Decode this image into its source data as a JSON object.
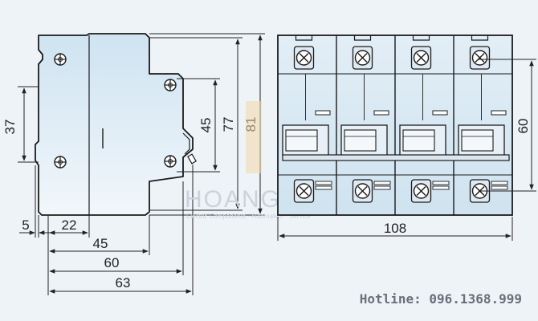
{
  "colors": {
    "background": "#eef3f8",
    "body_fill_top": "#cfe3f1",
    "body_fill_bottom": "#eef6fb",
    "outline": "#1b1b1b",
    "watermark": "#c9d3dc"
  },
  "side_view": {
    "dims": {
      "left_height": "37",
      "inner_height": "45",
      "mid_height": "77",
      "total_height": "81",
      "offset": "5",
      "mount_width": "22",
      "width_a": "45",
      "width_b": "60",
      "width_c": "63"
    }
  },
  "front_view": {
    "poles": 4,
    "dims": {
      "terminal_spacing": "60",
      "total_width": "108"
    }
  },
  "watermark": {
    "brand": "HOANG NHAT",
    "tagline": "Electric Components · Automation · Service"
  },
  "hotline": "Hotline: 096.1368.999"
}
